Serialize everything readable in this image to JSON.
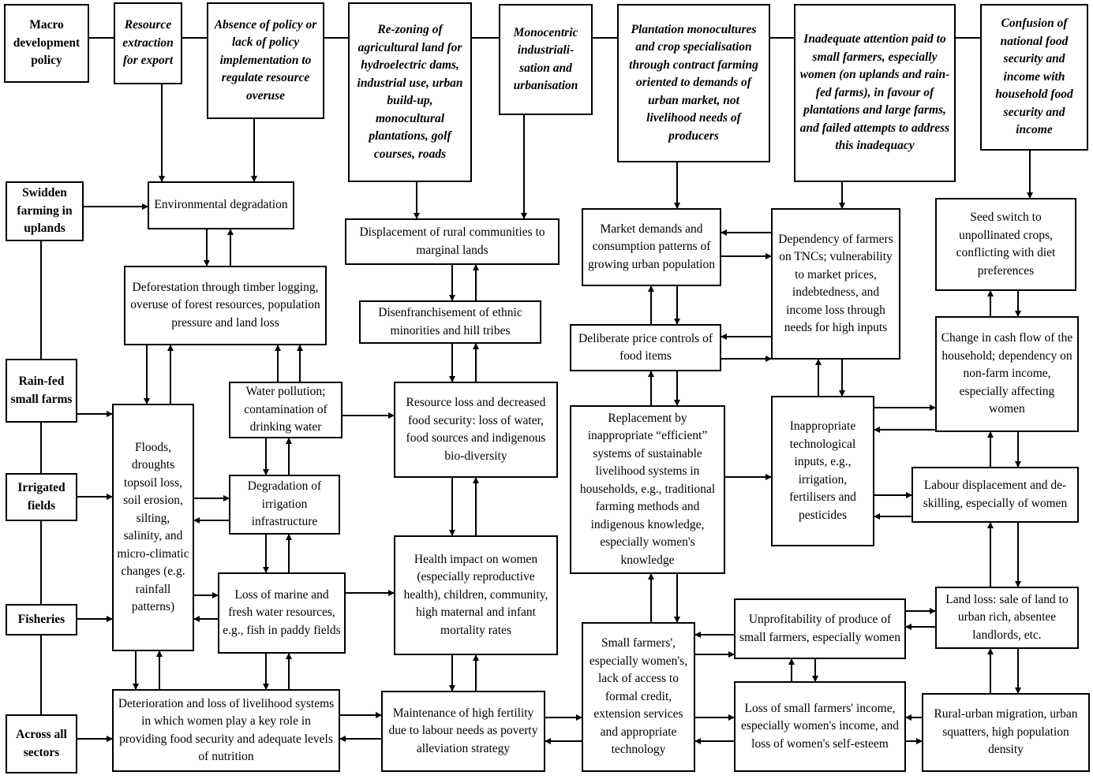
{
  "top_causes": {
    "macro": "Macro development policy",
    "resource_extraction": "Resource extraction for export",
    "absence_policy": "Absence of policy or lack of policy implementation to regulate resource overuse",
    "rezoning": "Re-zoning of agricultural land for hydroelectric dams, industrial use, urban build-up, monocultural plantations, golf courses, roads",
    "monocentric": "Monocentric industriali-sation and urbanisation",
    "plantation": "Plantation monocultures and crop specialisation through contract farming oriented to demands of urban market, not livelihood needs of producers",
    "inadequate_attention": "Inadequate attention paid to small farmers, especially women (on uplands and rain-fed farms), in favour of plantations and large farms, and failed attempts to address this inadequacy",
    "confusion": "Confusion of national food security and income with household food security and income"
  },
  "sectors": {
    "swidden": "Swidden farming in uplands",
    "rainfed": "Rain-fed small farms",
    "irrigated": "Irrigated fields",
    "fisheries": "Fisheries",
    "across": "Across all sectors"
  },
  "effects": {
    "env_degradation": "Environmental degradation",
    "deforestation": "Deforestation through timber logging, overuse of forest resources, population pressure and land loss",
    "floods": "Floods, droughts topsoil loss, soil erosion, silting, salinity, and micro-climatic changes (e.g. rainfall patterns)",
    "water_pollution": "Water pollution; contamination of drinking water",
    "irrigation_degradation": "Degradation of irrigation infrastructure",
    "marine_loss": "Loss of marine and fresh water resources, e.g., fish in paddy fields",
    "livelihood_loss": "Deterioration and loss of livelihood systems in which women play a key role in providing food security and adequate levels of nutrition",
    "displacement": "Displacement of rural communities to marginal lands",
    "disenfranchisement": "Disenfranchisement of ethnic minorities and hill tribes",
    "resource_loss": "Resource loss and decreased food security: loss of water, food sources and indigenous bio-diversity",
    "health_impact": "Health impact on women (especially reproductive health), children, community, high maternal and infant mortality rates",
    "fertility": "Maintenance of high fertility due to labour needs as poverty alleviation strategy",
    "market_demands": "Market demands and consumption patterns of growing urban population",
    "price_controls": "Deliberate price controls of food items",
    "replacement": "Replacement by inappropriate “efficient” systems of sustainable livelihood systems in households, e.g., traditional farming methods and indigenous knowledge, especially women's knowledge",
    "credit_access": "Small farmers', especially women's, lack of access to formal credit, extension services and appropriate technology",
    "tnc_dependency": "Dependency of farmers on TNCs; vulnerability to market prices, indebtedness, and income loss through needs for high inputs",
    "tech_inputs": "Inappropriate technological inputs, e.g., irrigation, fertilisers and pesticides",
    "unprofitability": "Unprofitability of produce of small farmers, especially women",
    "income_loss": "Loss of small farmers' income, especially women's income, and loss of women's self-esteem",
    "seed_switch": "Seed switch to unpollinated crops, conflicting with diet preferences",
    "cash_flow": "Change in cash flow of the household; dependency on non-farm income, especially affecting women",
    "labour_displacement": "Labour displacement and de-skilling, especially of women",
    "land_loss": "Land loss: sale of land to urban rich, absentee landlords, etc.",
    "migration": "Rural-urban migration, urban squatters, high population density"
  }
}
